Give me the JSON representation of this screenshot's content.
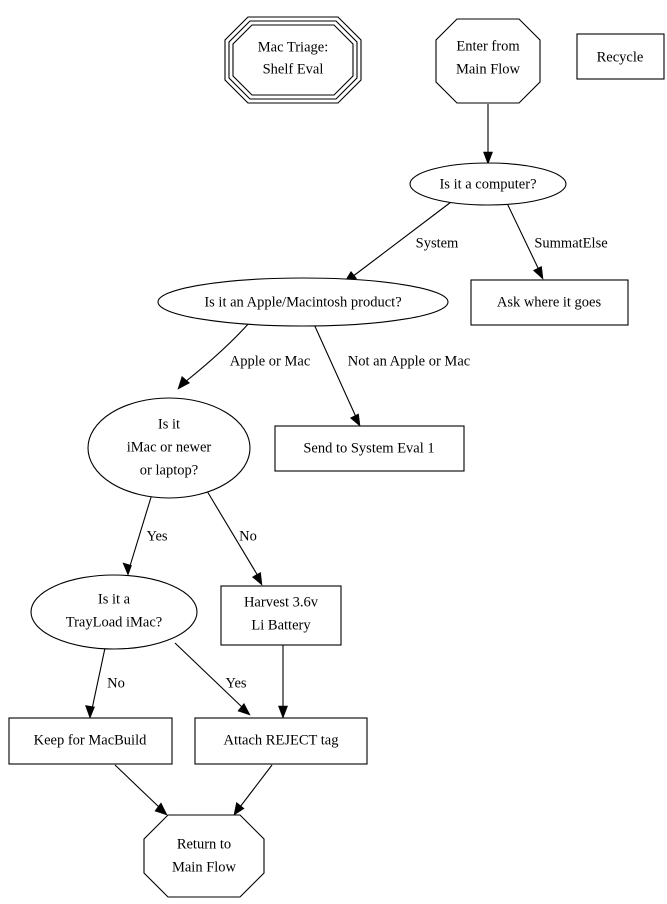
{
  "diagram": {
    "title": "Mac Triage: Shelf Eval",
    "type": "flowchart",
    "background_color": "#ffffff",
    "line_color": "#000000",
    "text_color": "#000000"
  },
  "nodes": [
    {
      "id": "title",
      "shape": "doubleoctagon",
      "lines": [
        "Mac Triage:",
        "Shelf Eval"
      ],
      "line1": "Mac Triage:",
      "line2": "Shelf Eval"
    },
    {
      "id": "enter",
      "shape": "octagon",
      "lines": [
        "Enter from",
        "Main Flow"
      ],
      "line1": "Enter from",
      "line2": "Main Flow"
    },
    {
      "id": "recycle",
      "shape": "box",
      "lines": [
        "Recycle"
      ],
      "line1": "Recycle"
    },
    {
      "id": "is_computer",
      "shape": "ellipse",
      "lines": [
        "Is it a computer?"
      ],
      "line1": "Is it a computer?"
    },
    {
      "id": "ask_where",
      "shape": "box",
      "lines": [
        "Ask where it goes"
      ],
      "line1": "Ask where it goes"
    },
    {
      "id": "is_apple",
      "shape": "ellipse",
      "lines": [
        "Is it an Apple/Macintosh product?"
      ],
      "line1": "Is it an Apple/Macintosh product?"
    },
    {
      "id": "send_eval1",
      "shape": "box",
      "lines": [
        "Send to System Eval 1"
      ],
      "line1": "Send to System Eval 1"
    },
    {
      "id": "is_imac_newer",
      "shape": "ellipse",
      "lines": [
        "Is it",
        "iMac or newer",
        "or laptop?"
      ],
      "line1": "Is it",
      "line2": "iMac or newer",
      "line3": "or laptop?"
    },
    {
      "id": "is_trayload",
      "shape": "ellipse",
      "lines": [
        "Is it a",
        "TrayLoad iMac?"
      ],
      "line1": "Is it a",
      "line2": "TrayLoad iMac?"
    },
    {
      "id": "harvest_battery",
      "shape": "box",
      "lines": [
        "Harvest 3.6v",
        "Li Battery"
      ],
      "line1": "Harvest 3.6v",
      "line2": "Li Battery"
    },
    {
      "id": "keep_macbuild",
      "shape": "box",
      "lines": [
        "Keep for MacBuild"
      ],
      "line1": "Keep for MacBuild"
    },
    {
      "id": "attach_reject",
      "shape": "box",
      "lines": [
        "Attach REJECT tag"
      ],
      "line1": "Attach REJECT tag"
    },
    {
      "id": "return_main",
      "shape": "octagon",
      "lines": [
        "Return to",
        "Main Flow"
      ],
      "line1": "Return to",
      "line2": "Main Flow"
    }
  ],
  "edges": [
    {
      "id": "e1",
      "from": "enter",
      "to": "is_computer",
      "label": ""
    },
    {
      "id": "e2",
      "from": "is_computer",
      "to": "is_apple",
      "label": "System"
    },
    {
      "id": "e3",
      "from": "is_computer",
      "to": "ask_where",
      "label": "SummatElse"
    },
    {
      "id": "e4",
      "from": "is_apple",
      "to": "is_imac_newer",
      "label": "Apple or Mac"
    },
    {
      "id": "e5",
      "from": "is_apple",
      "to": "send_eval1",
      "label": "Not an Apple or Mac"
    },
    {
      "id": "e6",
      "from": "is_imac_newer",
      "to": "is_trayload",
      "label": "Yes"
    },
    {
      "id": "e7",
      "from": "is_imac_newer",
      "to": "harvest_battery",
      "label": "No"
    },
    {
      "id": "e8",
      "from": "is_trayload",
      "to": "keep_macbuild",
      "label": "No"
    },
    {
      "id": "e9",
      "from": "is_trayload",
      "to": "attach_reject",
      "label": "Yes"
    },
    {
      "id": "e10",
      "from": "harvest_battery",
      "to": "attach_reject",
      "label": ""
    },
    {
      "id": "e11",
      "from": "keep_macbuild",
      "to": "return_main",
      "label": ""
    },
    {
      "id": "e12",
      "from": "attach_reject",
      "to": "return_main",
      "label": ""
    }
  ]
}
